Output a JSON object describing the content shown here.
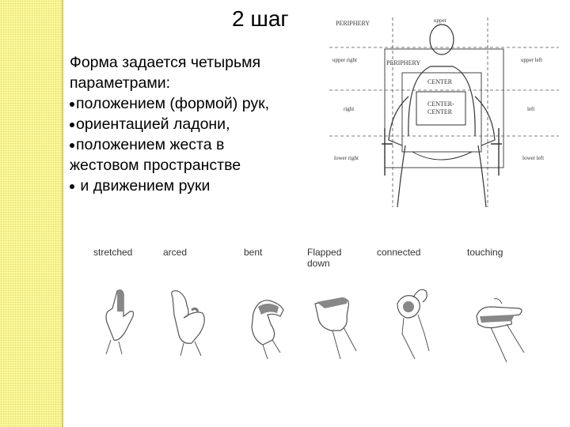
{
  "slide": {
    "title": "2 шаг",
    "lines": [
      {
        "bullet": false,
        "text": "Форма задается четырьмя"
      },
      {
        "bullet": false,
        "text": "параметрами:"
      },
      {
        "bullet": true,
        "text": "положением (формой) рук,"
      },
      {
        "bullet": true,
        "text": "ориентацией ладони,"
      },
      {
        "bullet": true,
        "text": "положением жеста в"
      },
      {
        "bullet": false,
        "text": "жестовом пространстве"
      },
      {
        "bullet": true,
        "text": " и движением руки"
      }
    ]
  },
  "diagram": {
    "periphery_top": "PERIPHERY",
    "periphery_inner": "PERIPHERY",
    "center": "CENTER",
    "center_center_1": "CENTER-",
    "center_center_2": "CENTER",
    "upper": "upper",
    "upper_right": "upper right",
    "upper_left": "upper left",
    "right": "right",
    "left": "left",
    "lower_right": "lower right",
    "lower_left": "lower left"
  },
  "handshapes": [
    {
      "label": "stretched"
    },
    {
      "label": "arced"
    },
    {
      "label": "bent"
    },
    {
      "label": "Flapped",
      "label2": "down"
    },
    {
      "label": "connected"
    },
    {
      "label": "touching"
    }
  ]
}
